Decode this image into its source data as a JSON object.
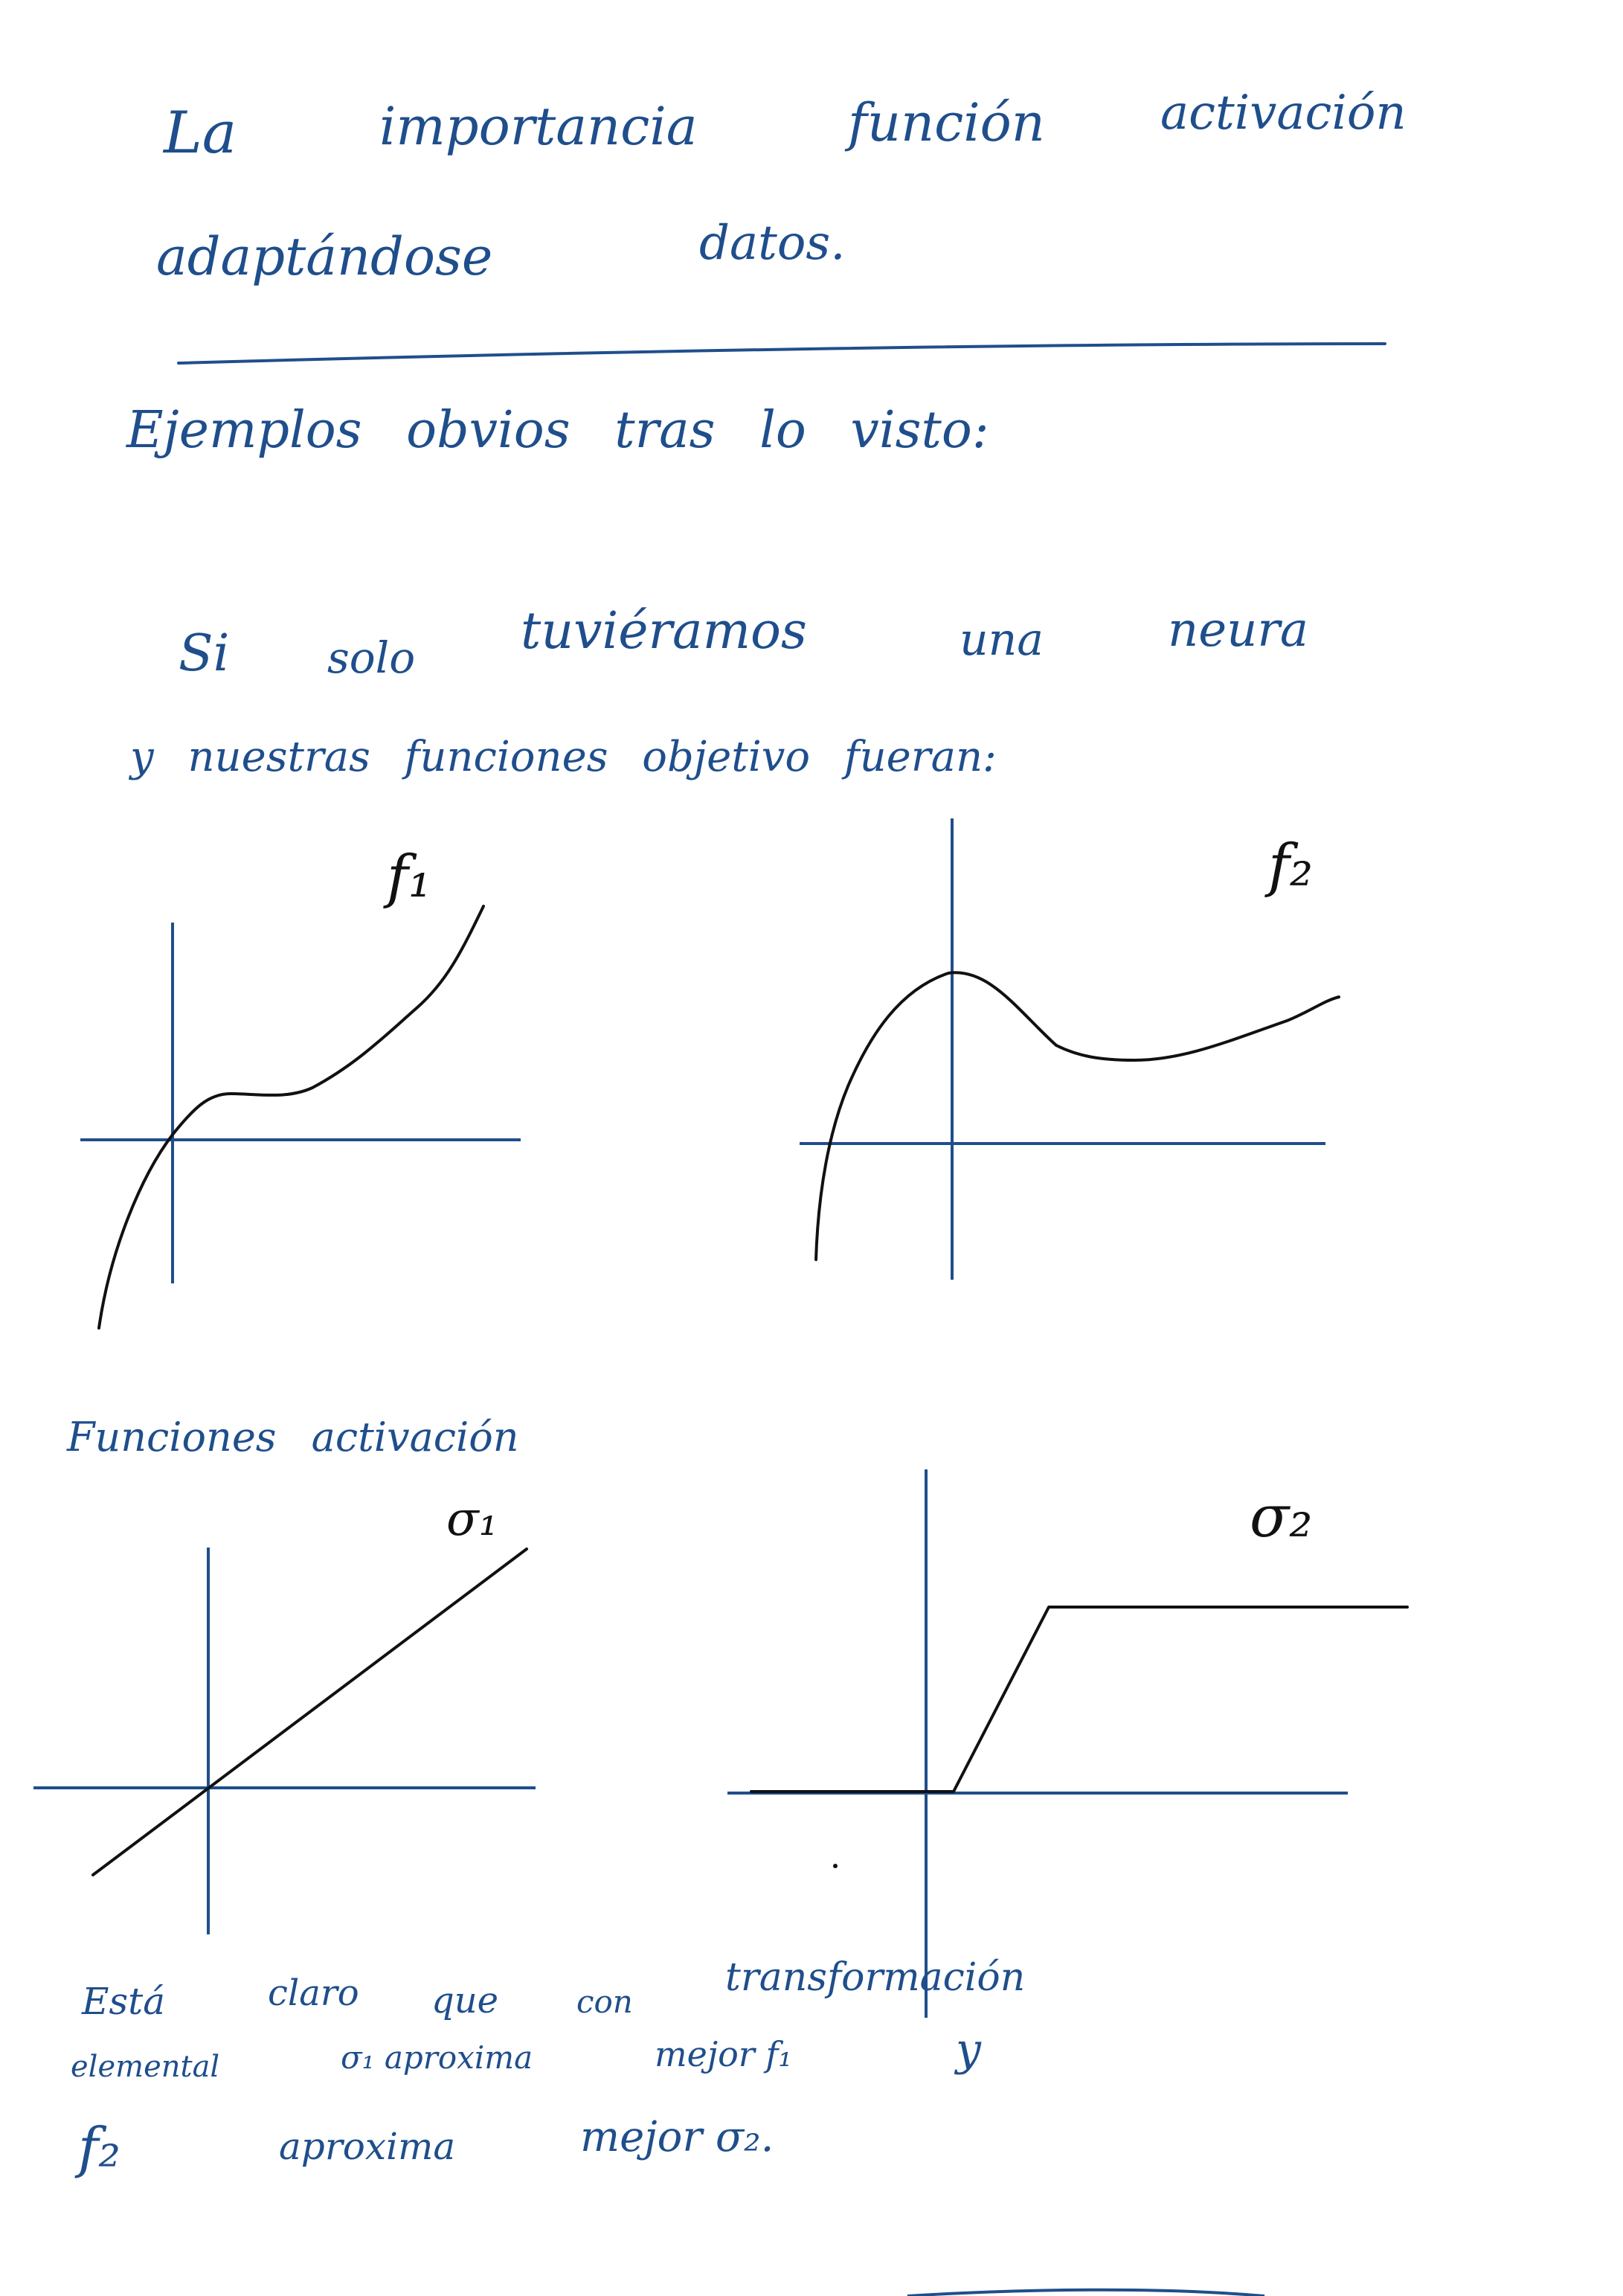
{
  "colors": {
    "ink": "#1f4e8c",
    "curve": "#111111",
    "paper": "#ffffff"
  },
  "title": {
    "line1": [
      "La",
      "importancia",
      "función",
      "activación"
    ],
    "line2": [
      "adaptándose",
      "datos."
    ]
  },
  "intro": "Ejemplos obvios tras lo visto:",
  "premise": {
    "line1": [
      "Si",
      "solo",
      "tuviéramos",
      "una",
      "neura"
    ],
    "line2": "y nuestras funciones objetivo fueran:"
  },
  "graphs_top": {
    "left_label": "f₁",
    "right_label": "f₂"
  },
  "activation_heading": "Funciones activación",
  "graphs_bottom": {
    "left_label": "σ₁",
    "right_label": "σ₂"
  },
  "conclusion": {
    "line1": [
      "Está",
      "claro",
      "que",
      "con",
      "transformación"
    ],
    "line2": [
      "elemental",
      "σ₁ aproxima",
      "mejor f₁",
      "y"
    ],
    "line3": [
      "f₂",
      "aproxima",
      "mejor σ₂."
    ]
  }
}
